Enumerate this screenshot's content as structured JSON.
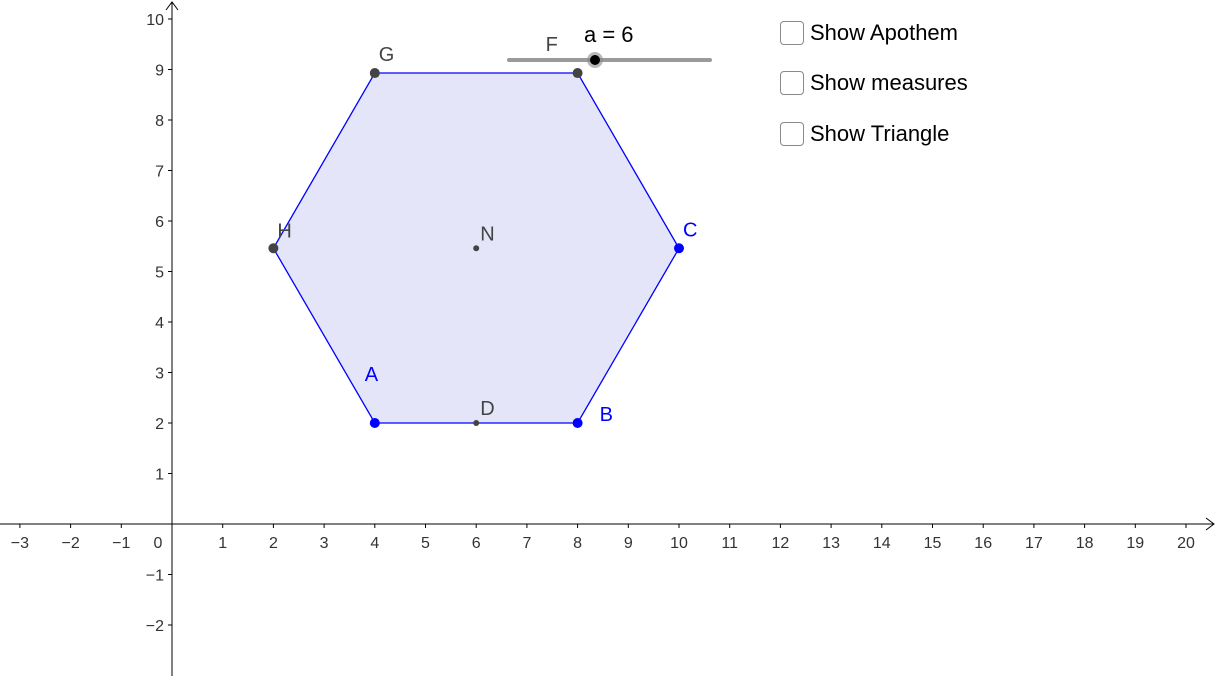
{
  "axes": {
    "x_ticks": [
      "−3",
      "−2",
      "−1",
      "0",
      "1",
      "2",
      "3",
      "4",
      "5",
      "6",
      "7",
      "8",
      "9",
      "10",
      "11",
      "12",
      "13",
      "14",
      "15",
      "16",
      "17",
      "18",
      "19",
      "20"
    ],
    "y_ticks": [
      "10",
      "9",
      "8",
      "7",
      "6",
      "5",
      "4",
      "3",
      "2",
      "1",
      "−1",
      "−2"
    ]
  },
  "slider": {
    "label": "a = 6",
    "value": 6
  },
  "checkboxes": [
    {
      "label": "Show Apothem",
      "checked": false
    },
    {
      "label": "Show measures",
      "checked": false
    },
    {
      "label": "Show Triangle",
      "checked": false
    }
  ],
  "points": {
    "A": {
      "label": "A",
      "x": 4,
      "y": 2,
      "color": "#0000ff"
    },
    "B": {
      "label": "B",
      "x": 8,
      "y": 2,
      "color": "#0000ff"
    },
    "C": {
      "label": "C",
      "x": 10,
      "y": 5.46,
      "color": "#0000ff"
    },
    "F": {
      "label": "F",
      "x": 8,
      "y": 8.93,
      "color": "#444444"
    },
    "G": {
      "label": "G",
      "x": 4,
      "y": 8.93,
      "color": "#444444"
    },
    "H": {
      "label": "H",
      "x": 2,
      "y": 5.46,
      "color": "#444444"
    },
    "N": {
      "label": "N",
      "x": 6,
      "y": 5.46,
      "color": "#444444"
    },
    "D": {
      "label": "D",
      "x": 6,
      "y": 2,
      "color": "#444444"
    }
  },
  "colors": {
    "polygon_fill": "#e5e5fa",
    "polygon_stroke": "#0000ff",
    "slider_track": "#9a9a9a"
  }
}
